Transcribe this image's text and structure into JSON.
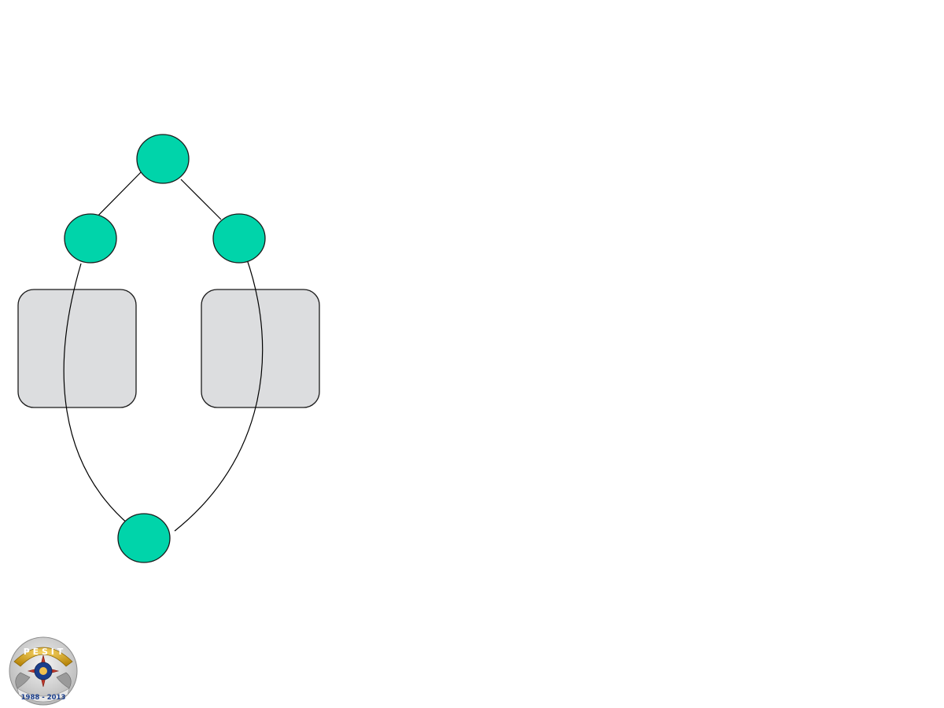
{
  "colors": {
    "node_fill": "#00d4aa",
    "node_stroke": "#1a1a1a",
    "box_fill": "#dcdddf",
    "box_stroke": "#1a1a1a",
    "edge": "#000000",
    "logo_ring": "#c9a227",
    "logo_inner": "#1a3e8c",
    "logo_accent": "#c0392b"
  },
  "diagram": {
    "nodes": [
      {
        "id": "top"
      },
      {
        "id": "left"
      },
      {
        "id": "right"
      },
      {
        "id": "bottom"
      }
    ],
    "boxes": [
      {
        "id": "left-box"
      },
      {
        "id": "right-box"
      }
    ],
    "edges": [
      {
        "from": "top",
        "to": "left",
        "kind": "straight"
      },
      {
        "from": "top",
        "to": "right",
        "kind": "straight"
      },
      {
        "from": "left",
        "to": "bottom",
        "kind": "curve"
      },
      {
        "from": "right",
        "to": "bottom",
        "kind": "curve"
      }
    ]
  },
  "logo": {
    "icon": "pesit-emblem-icon",
    "top_text": "P E S I T",
    "bottom_text": "1988 - 2013"
  }
}
